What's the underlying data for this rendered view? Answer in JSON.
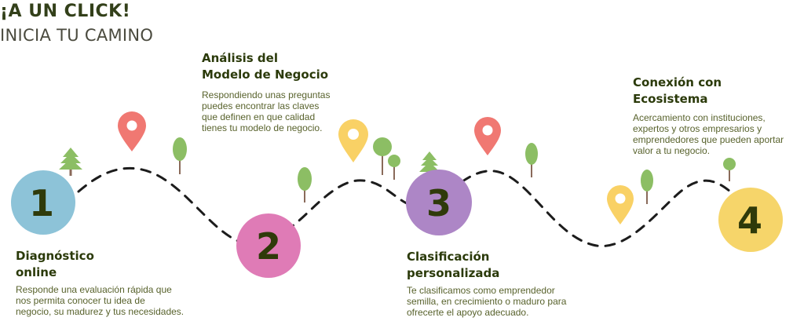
{
  "header": {
    "title": "¡A UN CLICK!",
    "subtitle": "INICIA TU CAMINO"
  },
  "steps": [
    {
      "number": "1",
      "title_lines": [
        "Diagnóstico",
        "online"
      ],
      "desc_lines": [
        "Responde una evaluación rápida que",
        "nos permita conocer tu idea de",
        "negocio, su madurez y tus necesidades."
      ],
      "color": "#8dc3d8"
    },
    {
      "number": "2",
      "title_lines": [
        "Análisis del",
        "Modelo de Negocio"
      ],
      "desc_lines": [
        "Respondiendo unas preguntas",
        "puedes encontrar las claves",
        "que definen en que calidad",
        "tienes tu modelo de negocio."
      ],
      "color": "#df7bb6"
    },
    {
      "number": "3",
      "title_lines": [
        "Clasificación",
        "personalizada"
      ],
      "desc_lines": [
        "Te clasificamos como emprendedor",
        "semilla, en crecimiento o maduro para",
        "ofrecerte el apoyo adecuado."
      ],
      "color": "#ad86c6"
    },
    {
      "number": "4",
      "title_lines": [
        "Conexión con",
        "Ecosistema"
      ],
      "desc_lines": [
        "Acercamiento con instituciones,",
        "expertos y otros empresarios y",
        "emprendedores que pueden aportar",
        "valor a tu negocio."
      ],
      "color": "#f6d56a"
    }
  ],
  "colors": {
    "path": "#1c1c1c",
    "pin_red": "#f07872",
    "pin_yellow": "#f9d165",
    "tree_green": "#8cbe64",
    "number_text": "#2f3a0a"
  }
}
